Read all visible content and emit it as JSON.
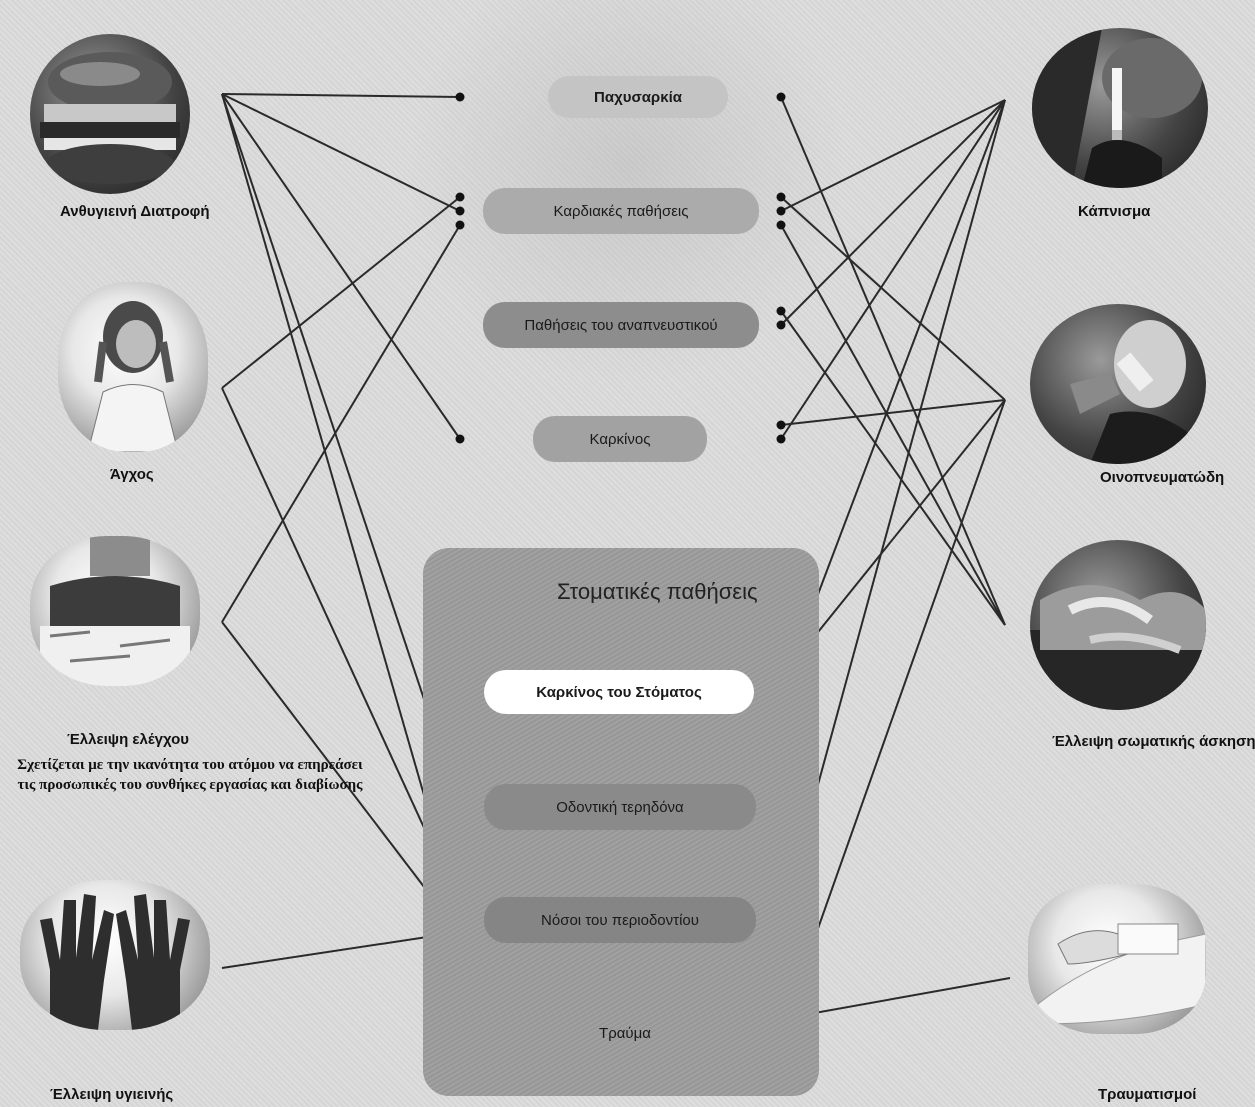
{
  "risk_factors": [
    {
      "id": "diet",
      "label": "Ανθυγιεινή Διατροφή",
      "icon": "burger-photo"
    },
    {
      "id": "stress",
      "label": "Άγχος",
      "icon": "stressed-woman-photo"
    },
    {
      "id": "control",
      "label": "Έλλειψη ελέγχου",
      "description": "Σχετίζεται με την ικανότητα του ατόμου να επηρεάσει τις προσωπικές του συνθήκες εργασίας και διαβίωσης",
      "icon": "messy-desk-photo"
    },
    {
      "id": "hygiene",
      "label": "Έλλειψη υγιεινής",
      "icon": "dirty-hands-photo"
    },
    {
      "id": "smoking",
      "label": "Κάπνισμα",
      "icon": "cigarette-photo"
    },
    {
      "id": "alcohol",
      "label": "Οινοπνευματώδη",
      "icon": "drinking-man-photo"
    },
    {
      "id": "exercise",
      "label": "Έλλειψη σωματικής άσκησης",
      "icon": "couch-photo"
    },
    {
      "id": "injuries",
      "label": "Τραυματισμοί",
      "icon": "injured-arm-photo"
    }
  ],
  "diseases": [
    {
      "id": "obesity",
      "label": "Παχυσαρκία"
    },
    {
      "id": "heart",
      "label": "Καρδιακές παθήσεις"
    },
    {
      "id": "respiratory",
      "label": "Παθήσεις του αναπνευστικού"
    },
    {
      "id": "cancer",
      "label": "Καρκίνος"
    }
  ],
  "oral_group": {
    "title": "Στοματικές παθήσεις",
    "items": [
      {
        "id": "oral_cancer",
        "label": "Καρκίνος του Στόματος"
      },
      {
        "id": "caries",
        "label": "Οδοντική τερηδόνα"
      },
      {
        "id": "periodontal",
        "label": "Νόσοι του περιοδοντίου"
      },
      {
        "id": "trauma",
        "label": "Τραύμα"
      }
    ]
  },
  "connections": [
    [
      "diet",
      "obesity"
    ],
    [
      "diet",
      "heart"
    ],
    [
      "diet",
      "cancer"
    ],
    [
      "diet",
      "caries"
    ],
    [
      "diet",
      "periodontal"
    ],
    [
      "stress",
      "heart"
    ],
    [
      "stress",
      "periodontal"
    ],
    [
      "control",
      "heart"
    ],
    [
      "control",
      "periodontal"
    ],
    [
      "hygiene",
      "periodontal"
    ],
    [
      "smoking",
      "heart"
    ],
    [
      "smoking",
      "respiratory"
    ],
    [
      "smoking",
      "cancer"
    ],
    [
      "smoking",
      "oral_cancer"
    ],
    [
      "smoking",
      "periodontal"
    ],
    [
      "alcohol",
      "heart"
    ],
    [
      "alcohol",
      "cancer"
    ],
    [
      "alcohol",
      "oral_cancer"
    ],
    [
      "alcohol",
      "trauma"
    ],
    [
      "exercise",
      "obesity"
    ],
    [
      "exercise",
      "heart"
    ],
    [
      "exercise",
      "respiratory"
    ],
    [
      "injuries",
      "trauma"
    ]
  ],
  "colors": {
    "line": "#2a2a2a",
    "pill_dark": "#8e8e8e",
    "pill_light": "#b4b4b4",
    "box": "#9c9c9c"
  }
}
